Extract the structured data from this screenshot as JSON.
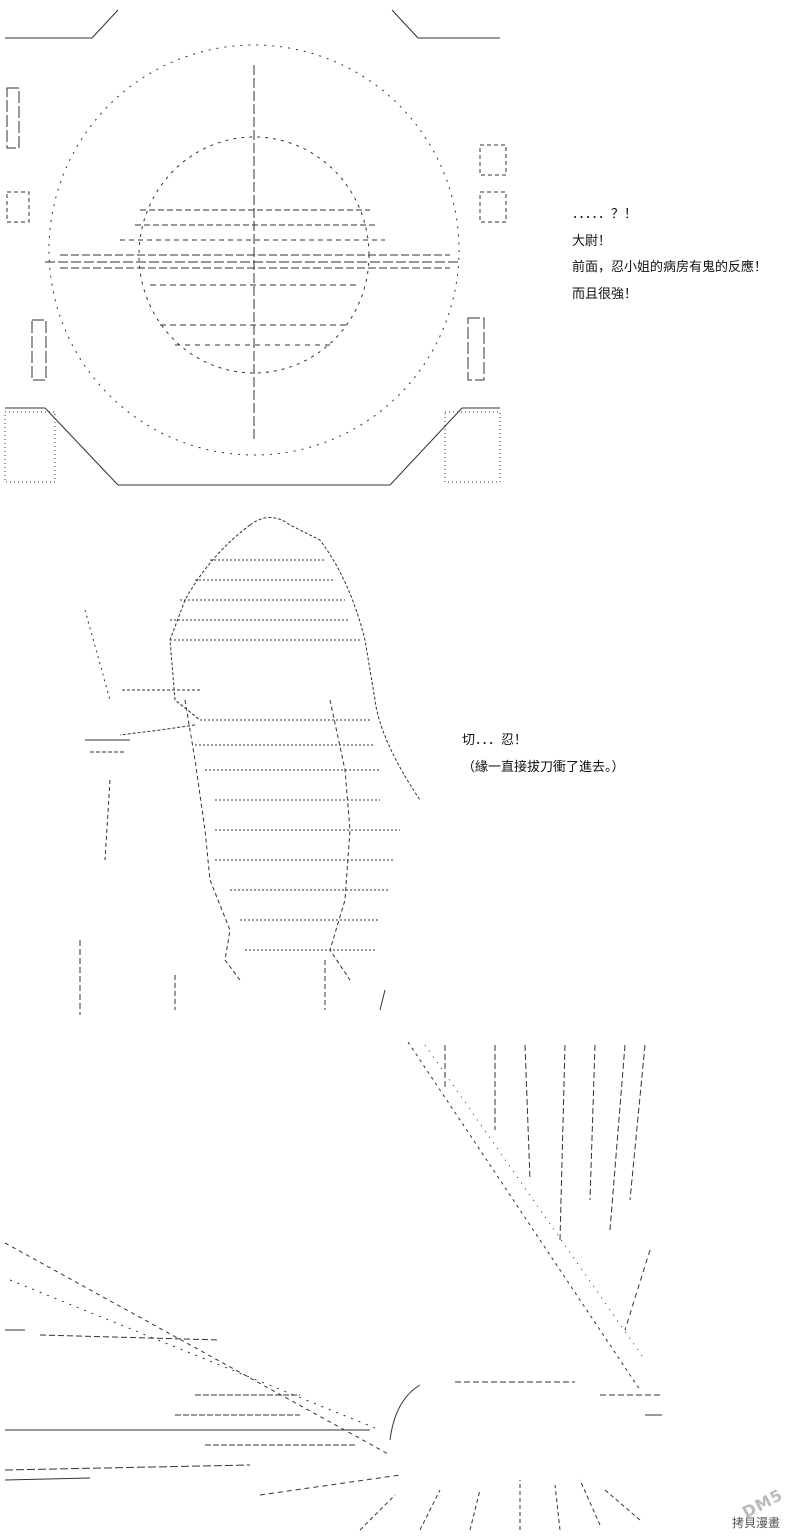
{
  "panel_1": {
    "dialog": [
      "．．．．．？！",
      "大尉！",
      "前面，忍小姐的病房有鬼的反應！",
      "而且很強！"
    ]
  },
  "panel_2": {
    "dialog": [
      "切．．．忍！",
      "（緣一直接拔刀衝了進去。）"
    ]
  },
  "watermark": {
    "logo": "DM5",
    "text": "拷貝漫畫"
  },
  "colors": {
    "ink": "#222222",
    "background": "#ffffff"
  }
}
